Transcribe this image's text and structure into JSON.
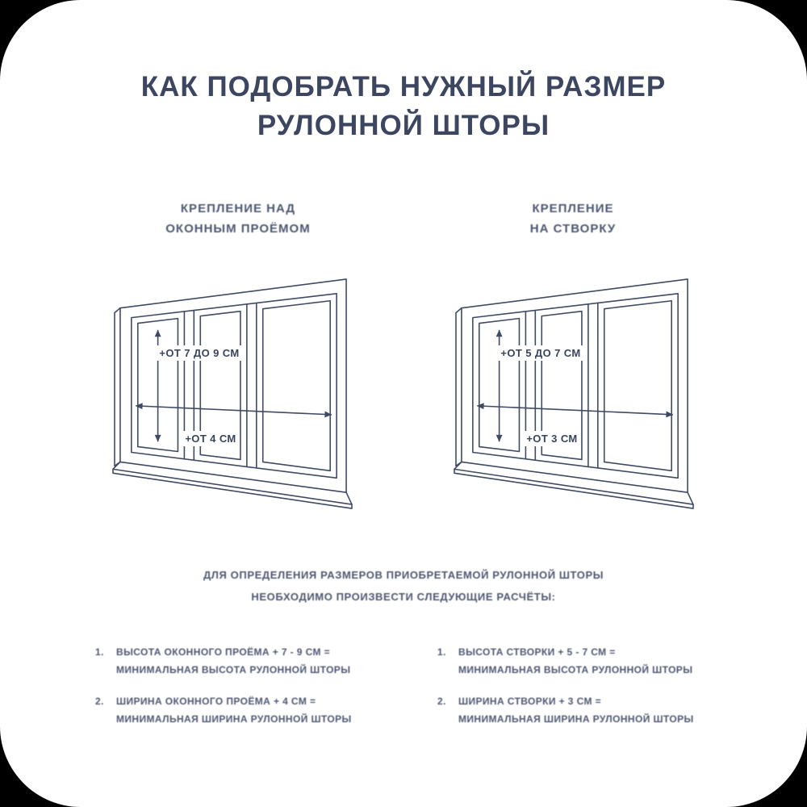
{
  "colors": {
    "ink": "#3d4963",
    "sheet_background": "#ffffff",
    "outer_background": "#000000"
  },
  "title": {
    "line1": "КАК ПОДОБРАТЬ НУЖНЫЙ РАЗМЕР",
    "line2": "РУЛОННОЙ ШТОРЫ"
  },
  "sections": {
    "left": {
      "heading_line1": "КРЕПЛЕНИЕ НАД",
      "heading_line2": "ОКОННЫМ ПРОЁМОМ",
      "height_label": "+ОТ 7 ДО 9 СМ",
      "width_label": "+ОТ 4 СМ"
    },
    "right": {
      "heading_line1": "КРЕПЛЕНИЕ",
      "heading_line2": "НА СТВОРКУ",
      "height_label": "+ОТ 5 ДО 7 СМ",
      "width_label": "+ОТ 3 СМ"
    }
  },
  "note": {
    "line1": "ДЛЯ ОПРЕДЕЛЕНИЯ РАЗМЕРОВ ПРИОБРЕТАЕМОЙ РУЛОННОЙ ШТОРЫ",
    "line2": "НЕОБХОДИМО ПРОИЗВЕСТИ СЛЕДУЮЩИЕ РАСЧЁТЫ:"
  },
  "calculations": {
    "left": [
      {
        "num": "1.",
        "line1": "ВЫСОТА ОКОННОГО ПРОЁМА + 7 - 9 СМ =",
        "line2": "МИНИМАЛЬНАЯ ВЫСОТА РУЛОННОЙ ШТОРЫ"
      },
      {
        "num": "2.",
        "line1": "ШИРИНА ОКОННОГО ПРОЁМА + 4 СМ =",
        "line2": "МИНИМАЛЬНАЯ ШИРИНА РУЛОННОЙ ШТОРЫ"
      }
    ],
    "right": [
      {
        "num": "1.",
        "line1": "ВЫСОТА СТВОРКИ + 5 - 7 СМ =",
        "line2": "МИНИМАЛЬНАЯ ВЫСОТА РУЛОННОЙ ШТОРЫ"
      },
      {
        "num": "2.",
        "line1": "ШИРИНА СТВОРКИ + 3 СМ =",
        "line2": "МИНИМАЛЬНАЯ ШИРИНА РУЛОННОЙ ШТОРЫ"
      }
    ]
  }
}
